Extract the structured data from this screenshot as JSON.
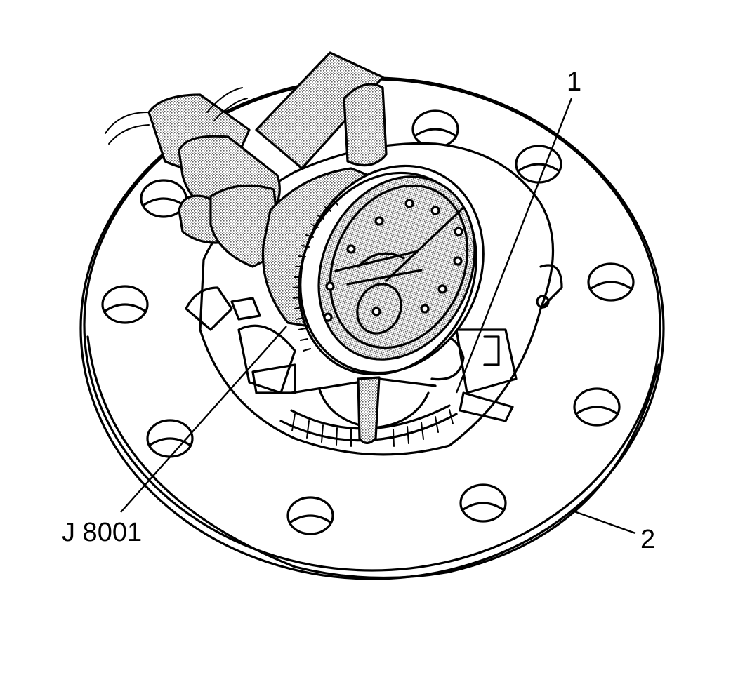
{
  "figure": {
    "callouts": {
      "item_1": "1",
      "item_2": "2",
      "tool": "J 8001"
    },
    "colors": {
      "line": "#000000",
      "background": "#ffffff",
      "shading": "#9a9a9a"
    }
  }
}
